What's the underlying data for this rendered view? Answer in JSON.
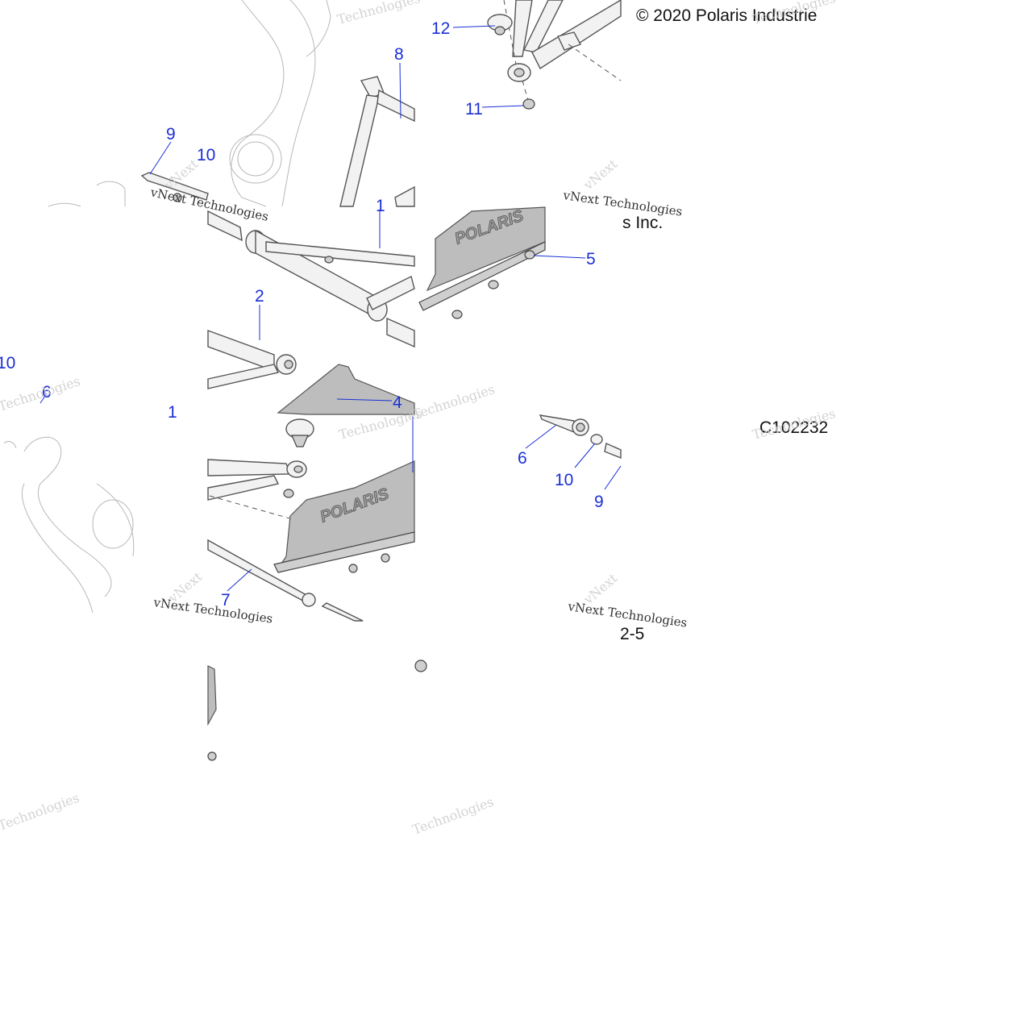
{
  "diagram": {
    "copyright": "© 2020 Polaris Industrie",
    "copyright_tail": "s Inc.",
    "drawing_code": "C102232",
    "page_fragment": "2-5",
    "brand_mark": "POLARIS",
    "watermark_lines": [
      "vNext Technologies",
      "vNext",
      "Technologies"
    ],
    "callouts": [
      "1",
      "2",
      "4",
      "5",
      "6",
      "7",
      "8",
      "9",
      "10",
      "11",
      "12"
    ],
    "callout_color": "#1a2fd6"
  }
}
